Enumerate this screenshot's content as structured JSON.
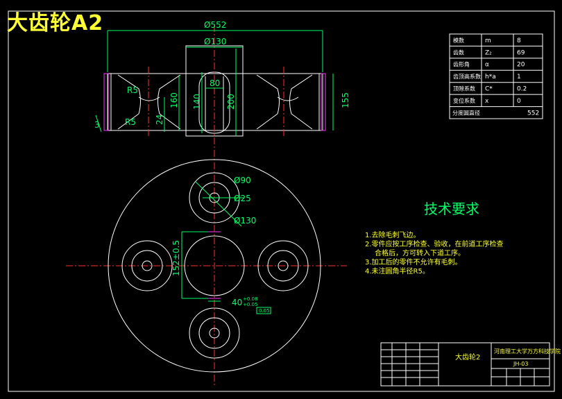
{
  "title": "大齿轮A2",
  "dimensions": {
    "d552": "Ø552",
    "d130_top": "Ø130",
    "v80": "80",
    "v140": "140",
    "v200": "200",
    "v160": "160",
    "v155": "155",
    "v24": "24",
    "r25": "R5",
    "r5": "R5",
    "r3": "3",
    "d90": "Ø90",
    "d25": "Ø25",
    "d130_side": "Ø130",
    "v152": "152±0.5",
    "v40": "40",
    "tol_up": "+0.08",
    "tol_dn": "+0.05",
    "box_note": "0.05"
  },
  "param_table": [
    [
      "模数",
      "m",
      "8"
    ],
    [
      "齿数",
      "Z₂",
      "69"
    ],
    [
      "齿形角",
      "α",
      "20"
    ],
    [
      "齿顶高系数",
      "h*a",
      "1"
    ],
    [
      "顶隙系数",
      "C*",
      "0.2"
    ],
    [
      "变位系数",
      "x",
      "0"
    ],
    [
      "分度圆直径",
      "",
      "552"
    ]
  ],
  "tech": {
    "heading": "技术要求",
    "lines": [
      "1.去除毛刺飞边。",
      "2.零件应按工序检查、验收，在前道工序检查",
      "合格后，方可转入下道工序。",
      "3.加工后的零件不允许有毛刺。",
      "4.未注圆角半径R5。"
    ]
  },
  "titleblock": {
    "part_name": "大齿轮2",
    "school": "河南理工大学万方科技学院",
    "drawing_no": "JH-03"
  },
  "colors": {
    "outline": "#ffffff",
    "dimension": "#00ff66",
    "centerline": "#ff3030",
    "hidden": "#ff33ff",
    "title": "#ffff33",
    "table": "#ffffff"
  }
}
